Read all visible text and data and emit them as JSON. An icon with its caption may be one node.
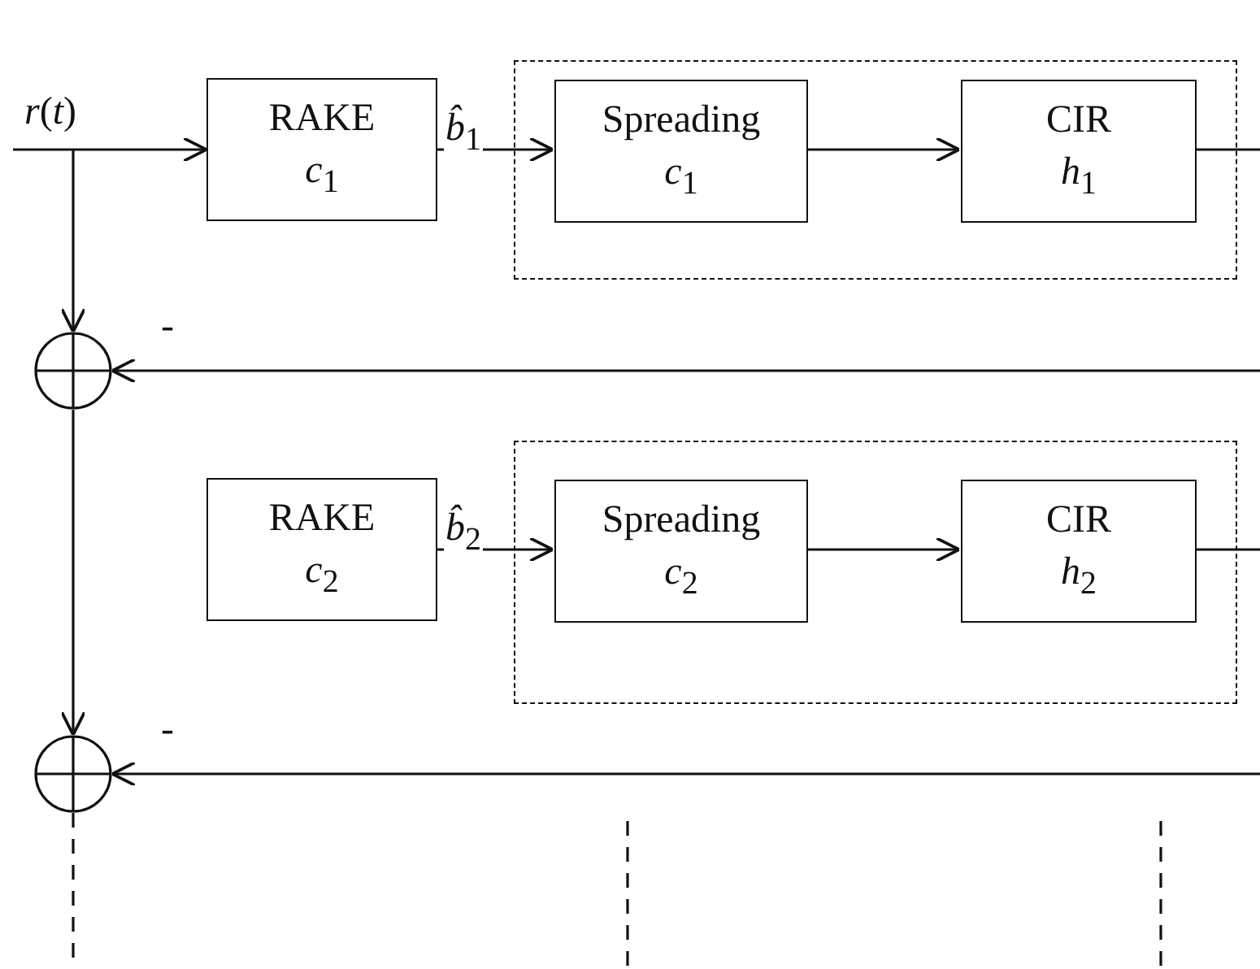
{
  "diagram": {
    "nodes": [
      {
        "text": [],
        "shape": "box"
      },
      {
        "text": [
          "RAKE",
          "*c*$_{1}$"
        ]
      },
      {
        "text": [
          "Spreading",
          "*c*$_{1}$"
        ],
        "in": 0
      },
      {
        "text": [
          "CIR",
          "*h*$_{1}$"
        ],
        "in": 0
      },
      {
        "text": [],
        "shape": "circle"
      },
      {
        "text": [],
        "shape": "box"
      },
      {
        "text": [
          "RAKE",
          "*c*$_{2}$"
        ]
      },
      {
        "text": [
          "Spreading",
          "*c*$_{2}$"
        ],
        "in": 5
      },
      {
        "text": [
          "CIR",
          "*h*$_{2}$"
        ],
        "in": 5
      },
      {
        "text": [],
        "shape": "circle"
      }
    ],
    "edges": [
      {
        "from": null,
        "to": 1,
        "arrow": "to",
        "label": "*r*(*t*)"
      },
      {
        "from": null,
        "to": 4,
        "arrow": "to"
      },
      {
        "from": 1,
        "to": 2,
        "arrow": "to",
        "label": "*b̂*$_{1}$"
      },
      {
        "from": 2,
        "to": 3,
        "arrow": "to"
      },
      {
        "from": 3,
        "to": null,
        "arrow": "none"
      },
      {
        "from": null,
        "to": 4,
        "arrow": "to",
        "label": "-"
      },
      {
        "from": 4,
        "to": 9,
        "arrow": "to"
      },
      {
        "from": 6,
        "to": 7,
        "arrow": "to",
        "label": "*b̂*$_{2}$"
      },
      {
        "from": 7,
        "to": 8,
        "arrow": "to"
      },
      {
        "from": 8,
        "to": null,
        "arrow": "none"
      },
      {
        "from": null,
        "to": 9,
        "arrow": "to",
        "label": "-"
      },
      {
        "from": 9,
        "to": null,
        "arrow": "none",
        "style": "dashed"
      }
    ]
  }
}
